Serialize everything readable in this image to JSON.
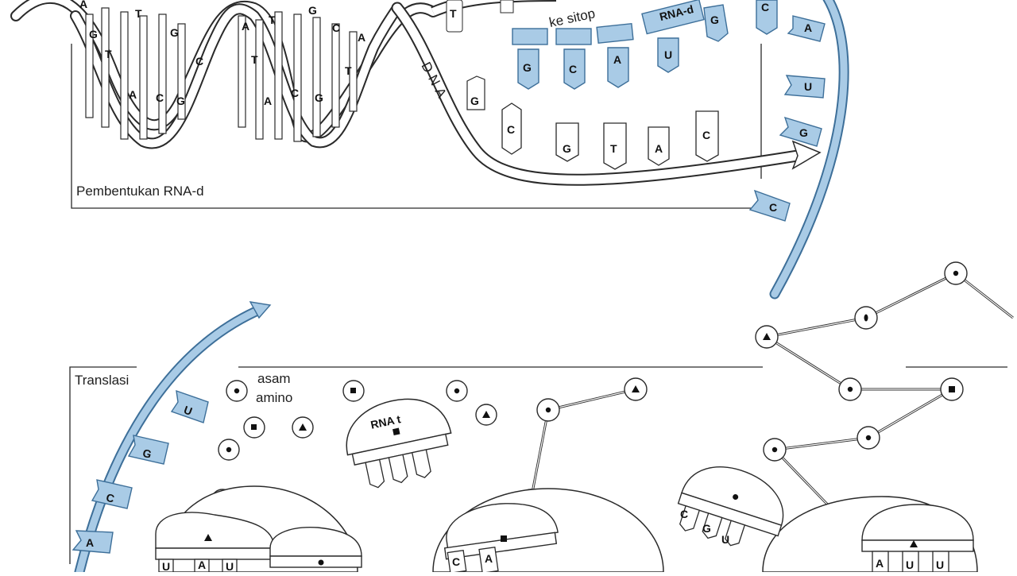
{
  "labels": {
    "transcription_panel": "Pembentukan RNA-d",
    "translation_panel": "Translasi",
    "dna": "DNA",
    "to_cytoplasm": "ke sitop",
    "rna_d_strand": "RNA-d",
    "amino_acid_line1": "asam",
    "amino_acid_line2": "amino",
    "trna": "RNA t"
  },
  "helix_bases": {
    "upper": [
      "A",
      "G",
      "T",
      "T",
      "G",
      "C",
      "A",
      "T",
      "G",
      "C",
      "A",
      "T"
    ],
    "lower": [
      "A",
      "C",
      "G",
      "T",
      "A",
      "C",
      "G",
      "T"
    ]
  },
  "transcription": {
    "template_bases": [
      "G",
      "C",
      "G",
      "T",
      "A",
      "C"
    ],
    "rna_bases": [
      "G",
      "C",
      "A",
      "U",
      "G"
    ],
    "exiting_bases": [
      "C",
      "A",
      "U",
      "G",
      "C"
    ]
  },
  "translation": {
    "mrna_bases": [
      "U",
      "G",
      "C",
      "A"
    ],
    "ribosome_1_anticodon": [
      "U",
      "A",
      "U"
    ],
    "ribosome_2_anticodon": [
      "C",
      "A"
    ],
    "ribosome_3_anticodon": [
      "C",
      "G",
      "U"
    ],
    "ribosome_4_anticodon": [
      "A",
      "U",
      "U"
    ]
  },
  "colors": {
    "rna_fill": "#a9cbe6",
    "rna_stroke": "#3d6f99",
    "line": "#2a2a2a",
    "paper": "#ffffff"
  }
}
